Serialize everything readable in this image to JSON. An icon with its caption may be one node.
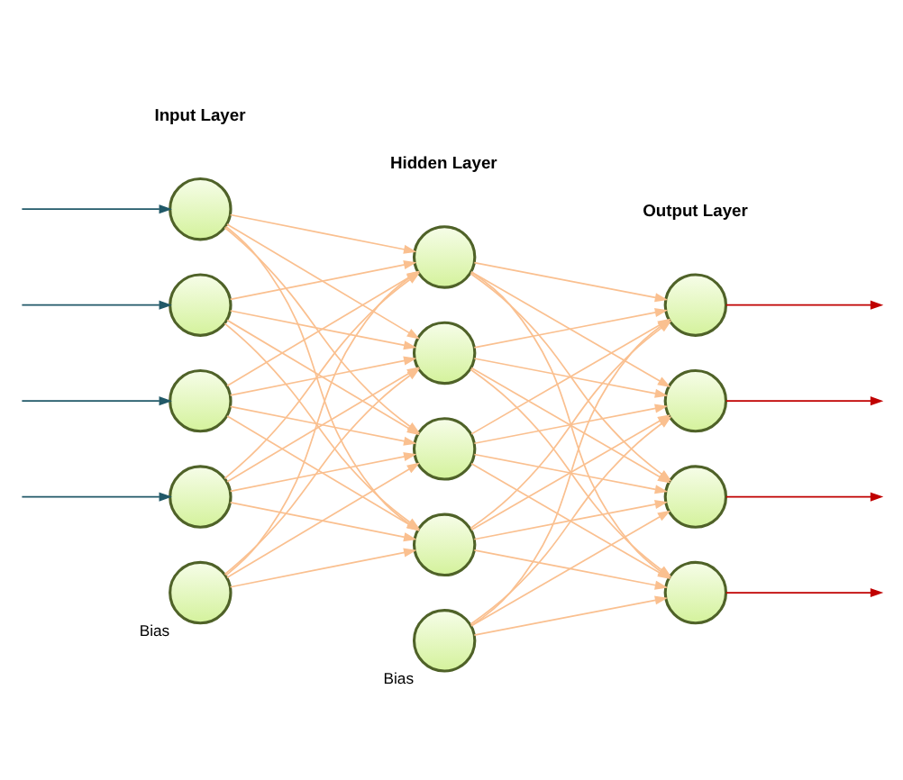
{
  "diagram": {
    "nodes": [
      {
        "text": [],
        "shape": "circle"
      },
      {
        "text": [],
        "shape": "circle"
      },
      {
        "text": [],
        "shape": "circle"
      },
      {
        "text": [],
        "shape": "circle"
      },
      {
        "text": [],
        "shape": "circle",
        "beside": [
          "Bias"
        ]
      },
      {
        "text": [],
        "shape": "circle"
      },
      {
        "text": [],
        "shape": "circle"
      },
      {
        "text": [],
        "shape": "circle"
      },
      {
        "text": [],
        "shape": "circle"
      },
      {
        "text": [],
        "shape": "circle",
        "beside": [
          "Bias"
        ]
      },
      {
        "text": [],
        "shape": "circle"
      },
      {
        "text": [],
        "shape": "circle"
      },
      {
        "text": [],
        "shape": "circle"
      },
      {
        "text": [],
        "shape": "circle"
      }
    ],
    "edges": [
      {
        "from": null,
        "to": 0,
        "arrow": "to",
        "color": "#215968"
      },
      {
        "from": null,
        "to": 1,
        "arrow": "to",
        "color": "#215968"
      },
      {
        "from": null,
        "to": 2,
        "arrow": "to",
        "color": "#215968"
      },
      {
        "from": null,
        "to": 3,
        "arrow": "to",
        "color": "#215968"
      },
      {
        "from": 0,
        "to": 5,
        "arrow": "to"
      },
      {
        "from": 0,
        "to": 6,
        "arrow": "to"
      },
      {
        "from": 0,
        "to": 7,
        "arrow": "to"
      },
      {
        "from": 0,
        "to": 8,
        "arrow": "to"
      },
      {
        "from": 1,
        "to": 5,
        "arrow": "to"
      },
      {
        "from": 1,
        "to": 6,
        "arrow": "to"
      },
      {
        "from": 1,
        "to": 7,
        "arrow": "to"
      },
      {
        "from": 1,
        "to": 8,
        "arrow": "to"
      },
      {
        "from": 2,
        "to": 5,
        "arrow": "to"
      },
      {
        "from": 2,
        "to": 6,
        "arrow": "to"
      },
      {
        "from": 2,
        "to": 7,
        "arrow": "to"
      },
      {
        "from": 2,
        "to": 8,
        "arrow": "to"
      },
      {
        "from": 3,
        "to": 5,
        "arrow": "to"
      },
      {
        "from": 3,
        "to": 6,
        "arrow": "to"
      },
      {
        "from": 3,
        "to": 7,
        "arrow": "to"
      },
      {
        "from": 3,
        "to": 8,
        "arrow": "to"
      },
      {
        "from": 4,
        "to": 5,
        "arrow": "to"
      },
      {
        "from": 4,
        "to": 6,
        "arrow": "to"
      },
      {
        "from": 4,
        "to": 7,
        "arrow": "to"
      },
      {
        "from": 4,
        "to": 8,
        "arrow": "to"
      },
      {
        "from": 5,
        "to": 10,
        "arrow": "to"
      },
      {
        "from": 5,
        "to": 11,
        "arrow": "to"
      },
      {
        "from": 5,
        "to": 12,
        "arrow": "to"
      },
      {
        "from": 5,
        "to": 13,
        "arrow": "to"
      },
      {
        "from": 6,
        "to": 10,
        "arrow": "to"
      },
      {
        "from": 6,
        "to": 11,
        "arrow": "to"
      },
      {
        "from": 6,
        "to": 12,
        "arrow": "to"
      },
      {
        "from": 6,
        "to": 13,
        "arrow": "to"
      },
      {
        "from": 7,
        "to": 10,
        "arrow": "to"
      },
      {
        "from": 7,
        "to": 11,
        "arrow": "to"
      },
      {
        "from": 7,
        "to": 12,
        "arrow": "to"
      },
      {
        "from": 7,
        "to": 13,
        "arrow": "to"
      },
      {
        "from": 8,
        "to": 10,
        "arrow": "to"
      },
      {
        "from": 8,
        "to": 11,
        "arrow": "to"
      },
      {
        "from": 8,
        "to": 12,
        "arrow": "to"
      },
      {
        "from": 8,
        "to": 13,
        "arrow": "to"
      },
      {
        "from": 9,
        "to": 10,
        "arrow": "to"
      },
      {
        "from": 9,
        "to": 11,
        "arrow": "to"
      },
      {
        "from": 9,
        "to": 12,
        "arrow": "to"
      },
      {
        "from": 9,
        "to": 13,
        "arrow": "to"
      },
      {
        "from": 10,
        "to": null,
        "arrow": "to",
        "color": "#c00000"
      },
      {
        "from": 11,
        "to": null,
        "arrow": "to",
        "color": "#c00000"
      },
      {
        "from": 12,
        "to": null,
        "arrow": "to",
        "color": "#c00000"
      },
      {
        "from": 13,
        "to": null,
        "arrow": "to",
        "color": "#c00000"
      }
    ],
    "labels": [
      "Input Layer",
      "Hidden Layer",
      "Output Layer"
    ]
  }
}
